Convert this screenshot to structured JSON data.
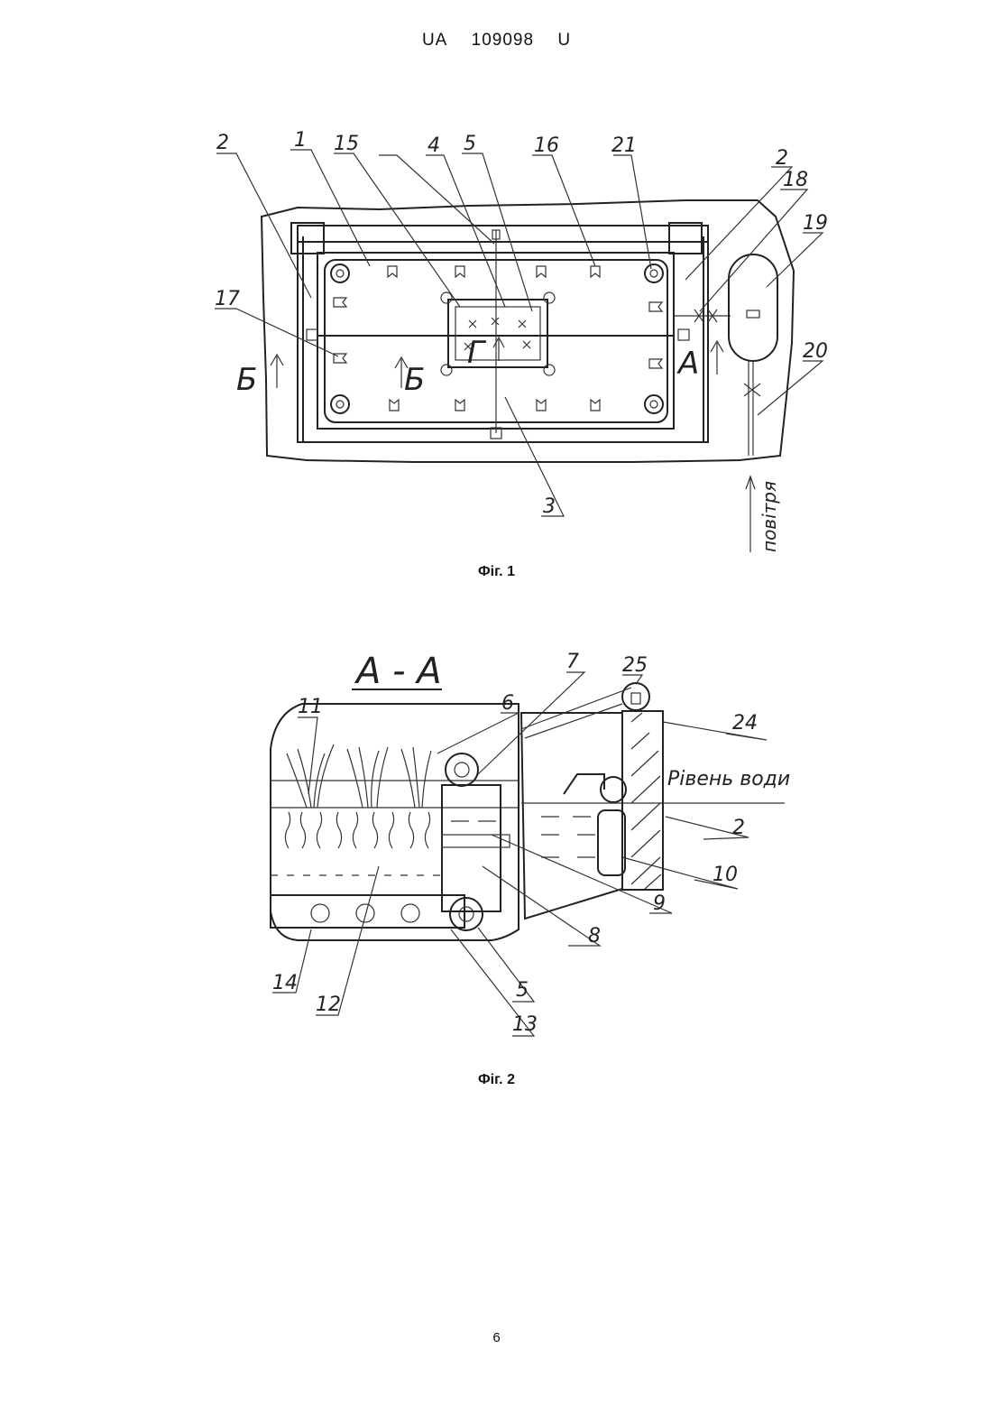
{
  "header": {
    "country": "UA",
    "number": "109098",
    "kind": "U"
  },
  "figure1": {
    "caption": "Фіг. 1",
    "labels": {
      "l1": "1",
      "l2a": "2",
      "l2b": "2",
      "l3": "3",
      "l4": "4",
      "l5": "5",
      "l15": "15",
      "l16": "16",
      "l17": "17",
      "l18": "18",
      "l19": "19",
      "l20": "20",
      "l21": "21",
      "secA": "А",
      "secB1": "Б",
      "secB2": "Б",
      "secG": "Г",
      "air": "повітря"
    }
  },
  "figure2": {
    "caption": "Фіг. 2",
    "title": "А - А",
    "water_level": "Рівень води",
    "labels": {
      "l2": "2",
      "l5": "5",
      "l6": "6",
      "l7": "7",
      "l8": "8",
      "l9": "9",
      "l10": "10",
      "l11": "11",
      "l12": "12",
      "l13": "13",
      "l14": "14",
      "l24": "24",
      "l25": "25"
    }
  },
  "page_number": "6"
}
